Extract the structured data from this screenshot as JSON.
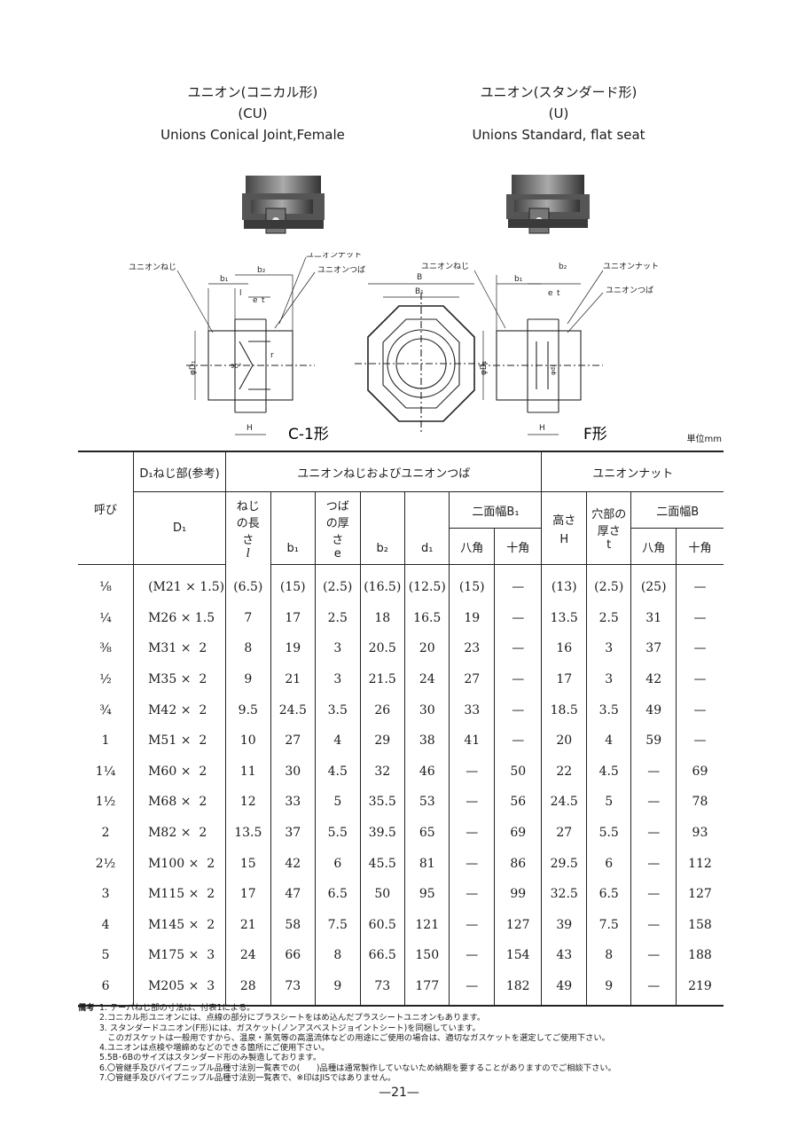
{
  "header_left": {
    "jp": "ユニオン(コニカル形)",
    "code": "(CU)",
    "en": "Unions Conical Joint,Female"
  },
  "header_right": {
    "jp": "ユニオン(スタンダード形)",
    "code": "(U)",
    "en": "Unions Standard, flat seat"
  },
  "diagram": {
    "left_label": "C-1形",
    "right_label": "F形",
    "callouts": {
      "union_screw": "ユニオンねじ",
      "union_nut": "ユニオンナット",
      "union_flange": "ユニオンつば"
    },
    "dims": {
      "b1": "b₁",
      "b2": "b₂",
      "l": "l",
      "e": "e",
      "t": "t",
      "D1": "φD₁",
      "d1": "φd₁",
      "H": "H",
      "B": "B",
      "B1": "B₁",
      "r": "r",
      "angle": "90°"
    }
  },
  "unit": "単位mm",
  "table": {
    "headers": {
      "nominal": "呼び",
      "d1_ref": "D₁ねじ部(参考)",
      "union_group": "ユニオンねじおよびユニオンつば",
      "nut_group": "ユニオンナット",
      "d1": "D₁",
      "length": "ねじの長さ",
      "length_sym": "l",
      "b1": "b₁",
      "flange_thick": "つばの厚さ",
      "e": "e",
      "b2": "b₂",
      "small_d1": "d₁",
      "flat_b1": "二面幅B₁",
      "height": "高さ",
      "h": "H",
      "hole_thick": "穴部の厚さ",
      "t": "t",
      "flat_b": "二面幅B",
      "oct": "八角",
      "dec": "十角"
    },
    "rows": [
      [
        "⅛",
        "(M21 × 1.5)",
        "(6.5)",
        "(15)",
        "(2.5)",
        "(16.5)",
        "(12.5)",
        "(15)",
        "—",
        "(13)",
        "(2.5)",
        "(25)",
        "—"
      ],
      [
        "¼",
        "M26 × 1.5",
        "7",
        "17",
        "2.5",
        "18",
        "16.5",
        "19",
        "—",
        "13.5",
        "2.5",
        "31",
        "—"
      ],
      [
        "⅜",
        "M31 ×  2",
        "8",
        "19",
        "3",
        "20.5",
        "20",
        "23",
        "—",
        "16",
        "3",
        "37",
        "—"
      ],
      [
        "½",
        "M35 ×  2",
        "9",
        "21",
        "3",
        "21.5",
        "24",
        "27",
        "—",
        "17",
        "3",
        "42",
        "—"
      ],
      [
        "¾",
        "M42 ×  2",
        "9.5",
        "24.5",
        "3.5",
        "26",
        "30",
        "33",
        "—",
        "18.5",
        "3.5",
        "49",
        "—"
      ],
      [
        "1",
        "M51 ×  2",
        "10",
        "27",
        "4",
        "29",
        "38",
        "41",
        "—",
        "20",
        "4",
        "59",
        "—"
      ],
      [
        "1¼",
        "M60 ×  2",
        "11",
        "30",
        "4.5",
        "32",
        "46",
        "—",
        "50",
        "22",
        "4.5",
        "—",
        "69"
      ],
      [
        "1½",
        "M68 ×  2",
        "12",
        "33",
        "5",
        "35.5",
        "53",
        "—",
        "56",
        "24.5",
        "5",
        "—",
        "78"
      ],
      [
        "2",
        "M82 ×  2",
        "13.5",
        "37",
        "5.5",
        "39.5",
        "65",
        "—",
        "69",
        "27",
        "5.5",
        "—",
        "93"
      ],
      [
        "2½",
        "M100 ×  2",
        "15",
        "42",
        "6",
        "45.5",
        "81",
        "—",
        "86",
        "29.5",
        "6",
        "—",
        "112"
      ],
      [
        "3",
        "M115 ×  2",
        "17",
        "47",
        "6.5",
        "50",
        "95",
        "—",
        "99",
        "32.5",
        "6.5",
        "—",
        "127"
      ],
      [
        "4",
        "M145 ×  2",
        "21",
        "58",
        "7.5",
        "60.5",
        "121",
        "—",
        "127",
        "39",
        "7.5",
        "—",
        "158"
      ],
      [
        "5",
        "M175 ×  3",
        "24",
        "66",
        "8",
        "66.5",
        "150",
        "—",
        "154",
        "43",
        "8",
        "—",
        "188"
      ],
      [
        "6",
        "M205 ×  3",
        "28",
        "73",
        "9",
        "73",
        "177",
        "—",
        "182",
        "49",
        "9",
        "—",
        "219"
      ]
    ]
  },
  "notes": {
    "label": "備考",
    "lines": [
      "1. テーパねじ部の寸法は、付表1による。",
      "2.コニカル形ユニオンには、点線の部分にプラスシートをはめ込んだプラスシートユニオンもあります。",
      "3. スタンダードユニオン(F形)には、ガスケット(ノンアスベストジョイントシート)を同梱しています。",
      "　このガスケットは一般用ですから、温泉・蒸気等の高温流体などの用途にご使用の場合は、適切なガスケットを選定してご使用下さい。",
      "4.ユニオンは点検や増締めなどのできる箇所にご使用下さい。",
      "5.5B･6Bのサイズはスタンダード形のみ製造しております。",
      "6.〇管継手及びパイプニップル品種寸法別一覧表での(　　)品種は通常製作していないため納期を要することがありますのでご相談下さい。",
      "7.〇管継手及びパイプニップル品種寸法別一覧表で、※印はJISではありません。"
    ]
  },
  "page_number": "—21—",
  "colors": {
    "ink": "#1a1a1a",
    "mark": "#c0392b"
  }
}
